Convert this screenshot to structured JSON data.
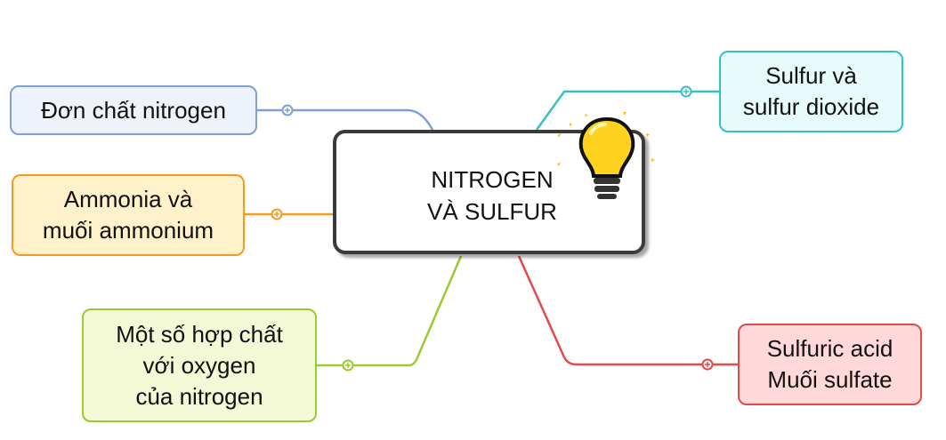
{
  "central": {
    "line1": "NITROGEN",
    "line2": "VÀ SULFUR"
  },
  "branches": {
    "nitrogen": {
      "lines": [
        "Đơn chất nitrogen"
      ],
      "color": "#7f9fd6"
    },
    "ammonia": {
      "lines": [
        "Ammonia và",
        "muối ammonium"
      ],
      "color": "#f59b1e"
    },
    "oxygen": {
      "lines": [
        "Một số hợp chất",
        "với oxygen",
        "của nitrogen"
      ],
      "color": "#9acb2c"
    },
    "sulfur": {
      "lines": [
        "Sulfur và",
        "sulfur dioxide"
      ],
      "color": "#36c1c0"
    },
    "acid": {
      "lines": [
        "Sulfuric acid",
        "Muối sulfate"
      ],
      "color": "#e44a4a"
    }
  },
  "icons": {
    "central": "lightbulb-icon",
    "expander": "plus-circle-icon"
  }
}
